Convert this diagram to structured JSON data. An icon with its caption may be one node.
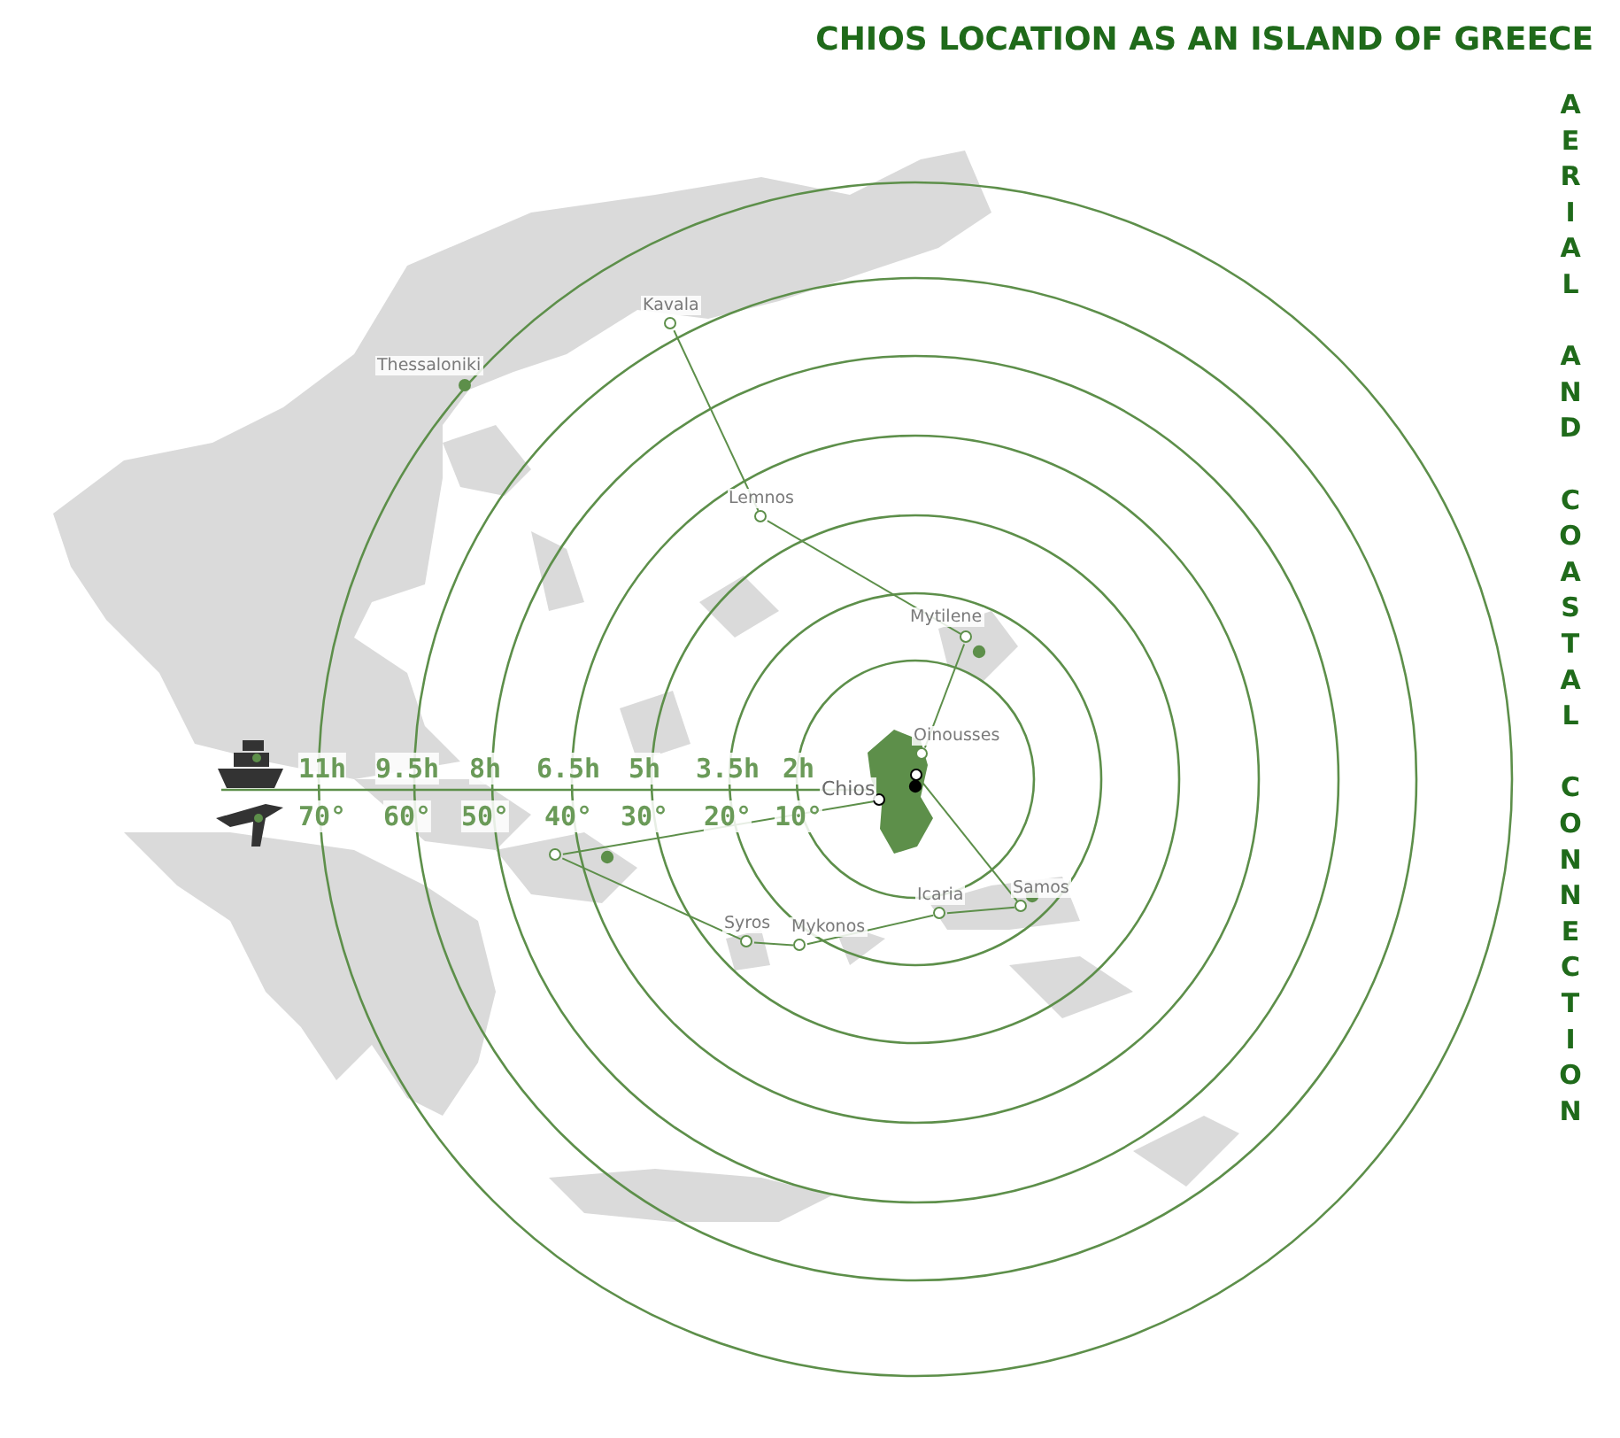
{
  "diagram": {
    "title": "CHIOS LOCATION AS AN ISLAND OF GREECE",
    "nodes": [
      {
        "text": [
          "Kavala"
        ]
      },
      {
        "text": [
          "Thessaloniki"
        ]
      },
      {
        "text": [
          "Lemnos"
        ]
      },
      {
        "text": [
          "Mytilene"
        ]
      },
      {
        "text": [
          "Oinousses"
        ]
      },
      {
        "text": [
          "Chios"
        ]
      },
      {
        "text": [],
        "shape": "circle"
      },
      {
        "text": [],
        "shape": "circle"
      },
      {
        "text": [
          "Syros"
        ]
      },
      {
        "text": [
          "Mykonos"
        ]
      },
      {
        "text": [
          "Icaria"
        ]
      },
      {
        "text": [
          "Samos"
        ]
      }
    ],
    "edges": [
      {
        "from": 0,
        "to": 2,
        "arrow": "none"
      },
      {
        "from": 2,
        "to": 3,
        "arrow": "none"
      },
      {
        "from": 3,
        "to": 4,
        "arrow": "none"
      },
      {
        "from": 6,
        "to": 11,
        "arrow": "none"
      },
      {
        "from": 11,
        "to": 10,
        "arrow": "none"
      },
      {
        "from": 10,
        "to": 9,
        "arrow": "none"
      },
      {
        "from": 9,
        "to": 8,
        "arrow": "none"
      },
      {
        "from": 8,
        "to": 7,
        "arrow": "none"
      },
      {
        "from": 7,
        "to": 5,
        "arrow": "none"
      }
    ],
    "labels": [
      "AERIAL AND COASTAL CONNECTION",
      "11h",
      "9.5h",
      "8h",
      "6.5h",
      "5h",
      "3.5h",
      "2h",
      "70°",
      "60°",
      "50°",
      "40°",
      "30°",
      "20°",
      "10°"
    ]
  }
}
